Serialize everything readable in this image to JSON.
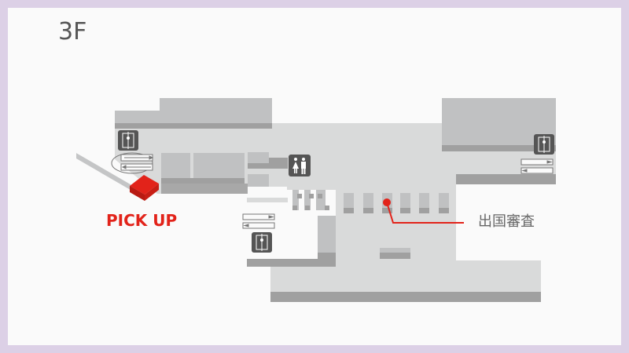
{
  "map": {
    "floor_label": "3F",
    "pickup_label": "PICK UP",
    "immigration_label": "出国審査",
    "icons": [
      "elevator-icon",
      "escalator-icon",
      "restroom-icon",
      "location-pin-icon",
      "pickup-box-icon"
    ]
  },
  "colors": {
    "frame": "#dcd0e6",
    "background": "#fafafa",
    "floor": "#d9dada",
    "block": "#c0c1c2",
    "wall": "#a0a0a0",
    "accent_red": "#e2231a",
    "icon_bg": "#555555",
    "text": "#555555"
  }
}
